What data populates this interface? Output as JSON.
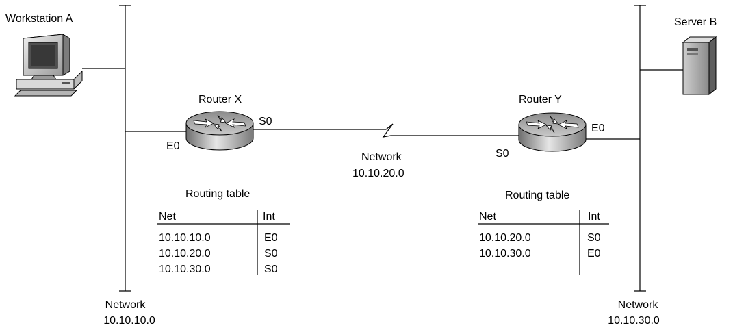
{
  "workstation": {
    "label": "Workstation A"
  },
  "server": {
    "label": "Server B"
  },
  "router_x": {
    "label": "Router X",
    "port_s0": "S0",
    "port_e0": "E0",
    "table": {
      "title": "Routing table",
      "headers": [
        "Net",
        "Int"
      ],
      "rows": [
        [
          "10.10.10.0",
          "E0"
        ],
        [
          "10.10.20.0",
          "S0"
        ],
        [
          "10.10.30.0",
          "S0"
        ]
      ]
    }
  },
  "router_y": {
    "label": "Router Y",
    "port_s0": "S0",
    "port_e0": "E0",
    "table": {
      "title": "Routing table",
      "headers": [
        "Net",
        "Int"
      ],
      "rows": [
        [
          "10.10.20.0",
          "S0"
        ],
        [
          "10.10.30.0",
          "E0"
        ]
      ]
    }
  },
  "networks": {
    "left": {
      "label": "Network",
      "address": "10.10.10.0"
    },
    "middle": {
      "label": "Network",
      "address": "10.10.20.0"
    },
    "right": {
      "label": "Network",
      "address": "10.10.30.0"
    }
  }
}
